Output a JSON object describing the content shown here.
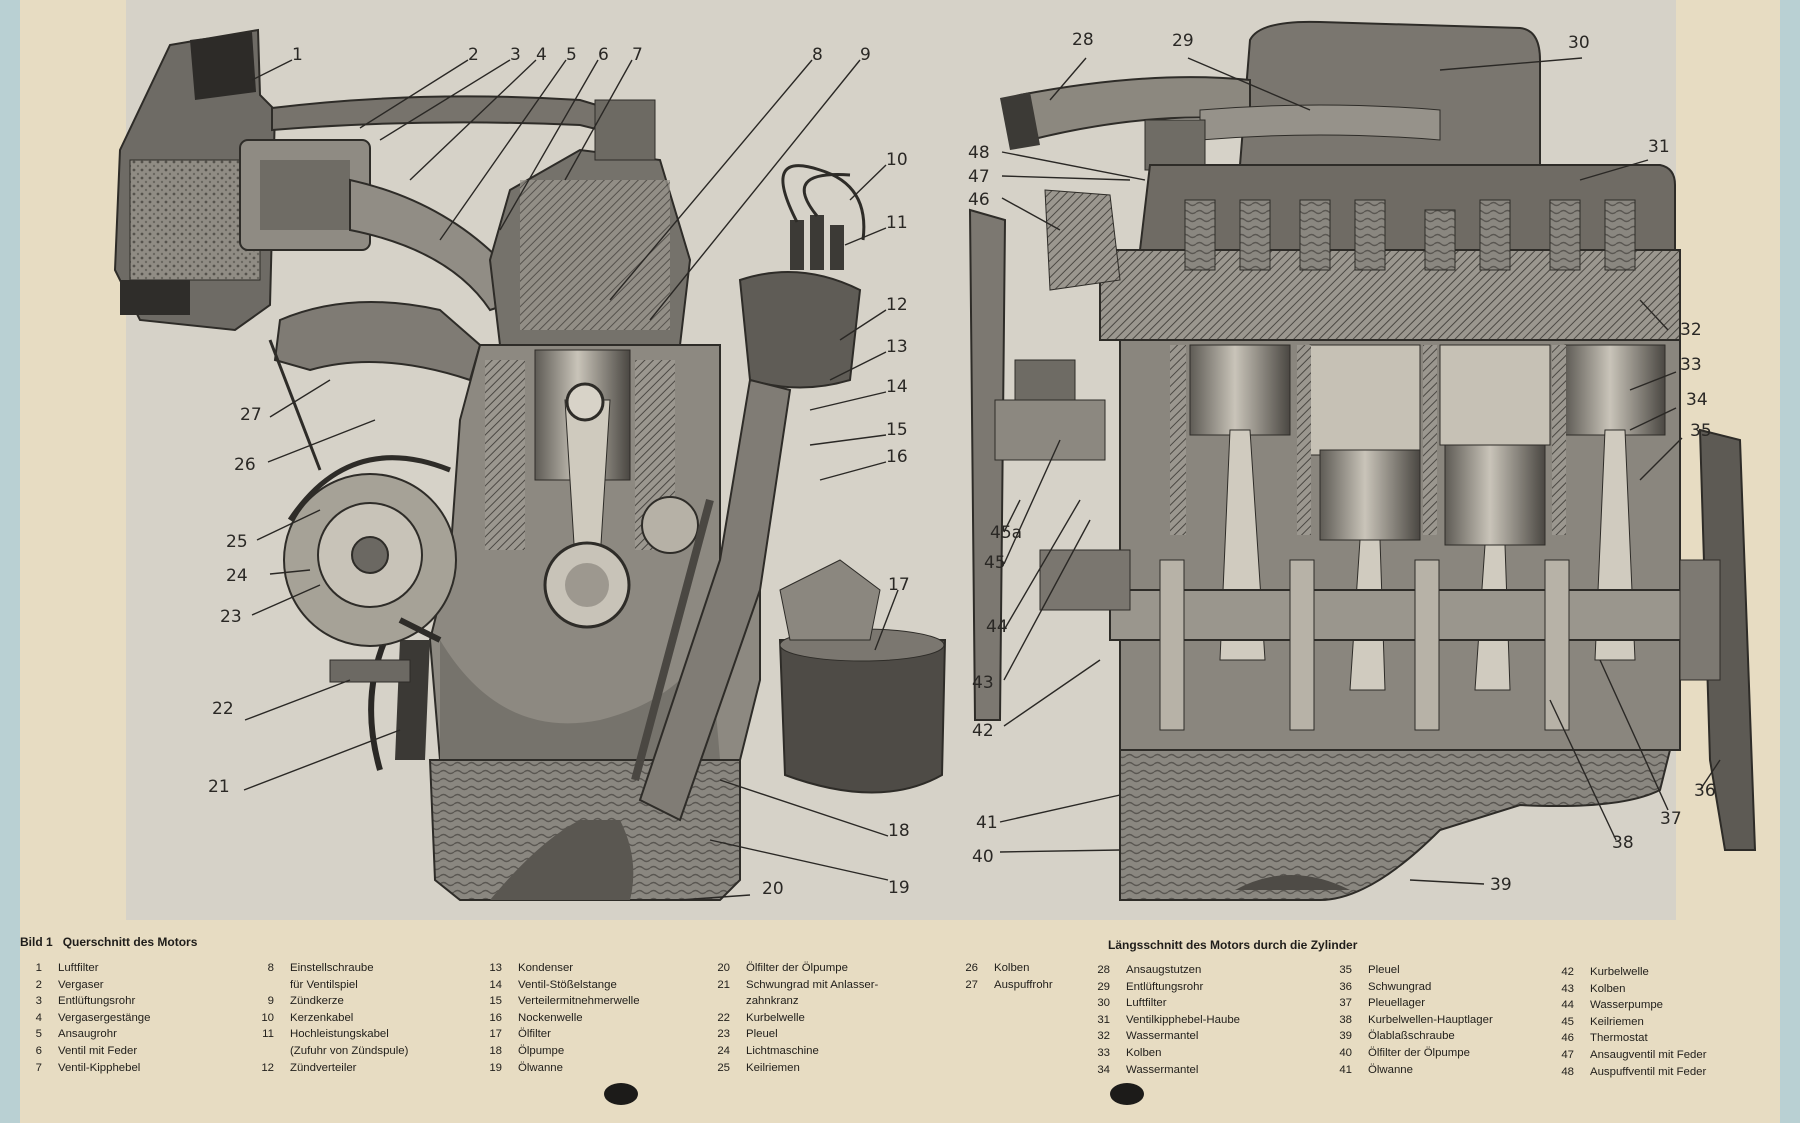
{
  "figure_number": "Bild 1",
  "left_caption": "Querschnitt des Motors",
  "right_caption": "Längsschnitt des Motors durch die Zylinder",
  "callouts": {
    "n1": "1",
    "n2": "2",
    "n3": "3",
    "n4": "4",
    "n5": "5",
    "n6": "6",
    "n7": "7",
    "n8": "8",
    "n9": "9",
    "n10": "10",
    "n11": "11",
    "n12": "12",
    "n13": "13",
    "n14": "14",
    "n15": "15",
    "n16": "16",
    "n17": "17",
    "n18": "18",
    "n19": "19",
    "n20": "20",
    "n21": "21",
    "n22": "22",
    "n23": "23",
    "n24": "24",
    "n25": "25",
    "n26": "26",
    "n27": "27",
    "n28": "28",
    "n29": "29",
    "n30": "30",
    "n31": "31",
    "n32": "32",
    "n33": "33",
    "n34": "34",
    "n35": "35",
    "n36": "36",
    "n37": "37",
    "n38": "38",
    "n39": "39",
    "n40": "40",
    "n41": "41",
    "n42": "42",
    "n43": "43",
    "n44": "44",
    "n45": "45",
    "n45a": "45a",
    "n46": "46",
    "n47": "47",
    "n48": "48"
  },
  "legend_left": [
    [
      {
        "n": "1",
        "t": "Luftfilter"
      },
      {
        "n": "2",
        "t": "Vergaser"
      },
      {
        "n": "3",
        "t": "Entlüftungsrohr"
      },
      {
        "n": "4",
        "t": "Vergasergestänge"
      },
      {
        "n": "5",
        "t": "Ansaugrohr"
      },
      {
        "n": "6",
        "t": "Ventil mit Feder"
      },
      {
        "n": "7",
        "t": "Ventil-Kipphebel"
      }
    ],
    [
      {
        "n": "8",
        "t": "Einstellschraube"
      },
      {
        "n": "",
        "t": "für Ventilspiel"
      },
      {
        "n": "9",
        "t": "Zündkerze"
      },
      {
        "n": "10",
        "t": "Kerzenkabel"
      },
      {
        "n": "11",
        "t": "Hochleistungskabel"
      },
      {
        "n": "",
        "t": "(Zufuhr von Zündspule)"
      },
      {
        "n": "12",
        "t": "Zündverteiler"
      }
    ],
    [
      {
        "n": "13",
        "t": "Kondenser"
      },
      {
        "n": "14",
        "t": "Ventil-Stößelstange"
      },
      {
        "n": "15",
        "t": "Verteilermitnehmerwelle"
      },
      {
        "n": "16",
        "t": "Nockenwelle"
      },
      {
        "n": "17",
        "t": "Ölfilter"
      },
      {
        "n": "18",
        "t": "Ölpumpe"
      },
      {
        "n": "19",
        "t": "Ölwanne"
      }
    ],
    [
      {
        "n": "20",
        "t": "Ölfilter der Ölpumpe"
      },
      {
        "n": "21",
        "t": "Schwungrad mit Anlasser-"
      },
      {
        "n": "",
        "t": "zahnkranz"
      },
      {
        "n": "22",
        "t": "Kurbelwelle"
      },
      {
        "n": "23",
        "t": "Pleuel"
      },
      {
        "n": "24",
        "t": "Lichtmaschine"
      },
      {
        "n": "25",
        "t": "Keilriemen"
      }
    ],
    [
      {
        "n": "26",
        "t": "Kolben"
      },
      {
        "n": "27",
        "t": "Auspuffrohr"
      }
    ]
  ],
  "legend_right": [
    [
      {
        "n": "28",
        "t": "Ansaugstutzen"
      },
      {
        "n": "29",
        "t": "Entlüftungsrohr"
      },
      {
        "n": "30",
        "t": "Luftfilter"
      },
      {
        "n": "31",
        "t": "Ventilkipphebel-Haube"
      },
      {
        "n": "32",
        "t": "Wassermantel"
      },
      {
        "n": "33",
        "t": "Kolben"
      },
      {
        "n": "34",
        "t": "Wassermantel"
      }
    ],
    [
      {
        "n": "35",
        "t": "Pleuel"
      },
      {
        "n": "36",
        "t": "Schwungrad"
      },
      {
        "n": "37",
        "t": "Pleuellager"
      },
      {
        "n": "38",
        "t": "Kurbelwellen-Hauptlager"
      },
      {
        "n": "39",
        "t": "Ölablaßschraube"
      },
      {
        "n": "40",
        "t": "Ölfilter der Ölpumpe"
      },
      {
        "n": "41",
        "t": "Ölwanne"
      }
    ],
    [
      {
        "n": "42",
        "t": "Kurbelwelle"
      },
      {
        "n": "43",
        "t": "Kolben"
      },
      {
        "n": "44",
        "t": "Wasserpumpe"
      },
      {
        "n": "45",
        "t": "Keilriemen"
      },
      {
        "n": "46",
        "t": "Thermostat"
      },
      {
        "n": "47",
        "t": "Ansaugventil mit Feder"
      },
      {
        "n": "48",
        "t": "Auspuffventil mit Feder"
      }
    ]
  ]
}
